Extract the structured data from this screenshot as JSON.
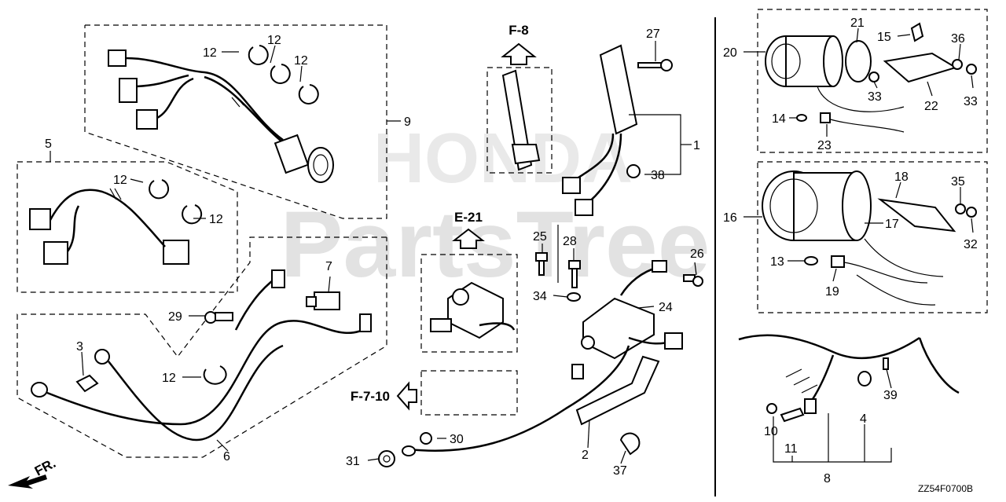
{
  "watermark": {
    "top": "HONDA",
    "bottom": "PartsTree"
  },
  "diagram_code": "ZZ54F0700B",
  "front_arrow_label": "FR.",
  "references": {
    "f8": "F-8",
    "e21": "E-21",
    "f710": "F-7-10"
  },
  "callouts": {
    "c1": "1",
    "c2": "2",
    "c3": "3",
    "c4": "4",
    "c5": "5",
    "c6": "6",
    "c7": "7",
    "c8": "8",
    "c9": "9",
    "c10": "10",
    "c11": "11",
    "c12a": "12",
    "c12b": "12",
    "c12c": "12",
    "c12d": "12",
    "c12e": "12",
    "c12f": "12",
    "c13": "13",
    "c14": "14",
    "c15": "15",
    "c16": "16",
    "c17": "17",
    "c18": "18",
    "c19": "19",
    "c20": "20",
    "c21": "21",
    "c22": "22",
    "c23": "23",
    "c24": "24",
    "c25": "25",
    "c26": "26",
    "c27": "27",
    "c28": "28",
    "c29": "29",
    "c30": "30",
    "c31": "31",
    "c32": "32",
    "c33a": "33",
    "c33b": "33",
    "c34": "34",
    "c35": "35",
    "c36": "36",
    "c37": "37",
    "c38": "38",
    "c39": "39"
  }
}
